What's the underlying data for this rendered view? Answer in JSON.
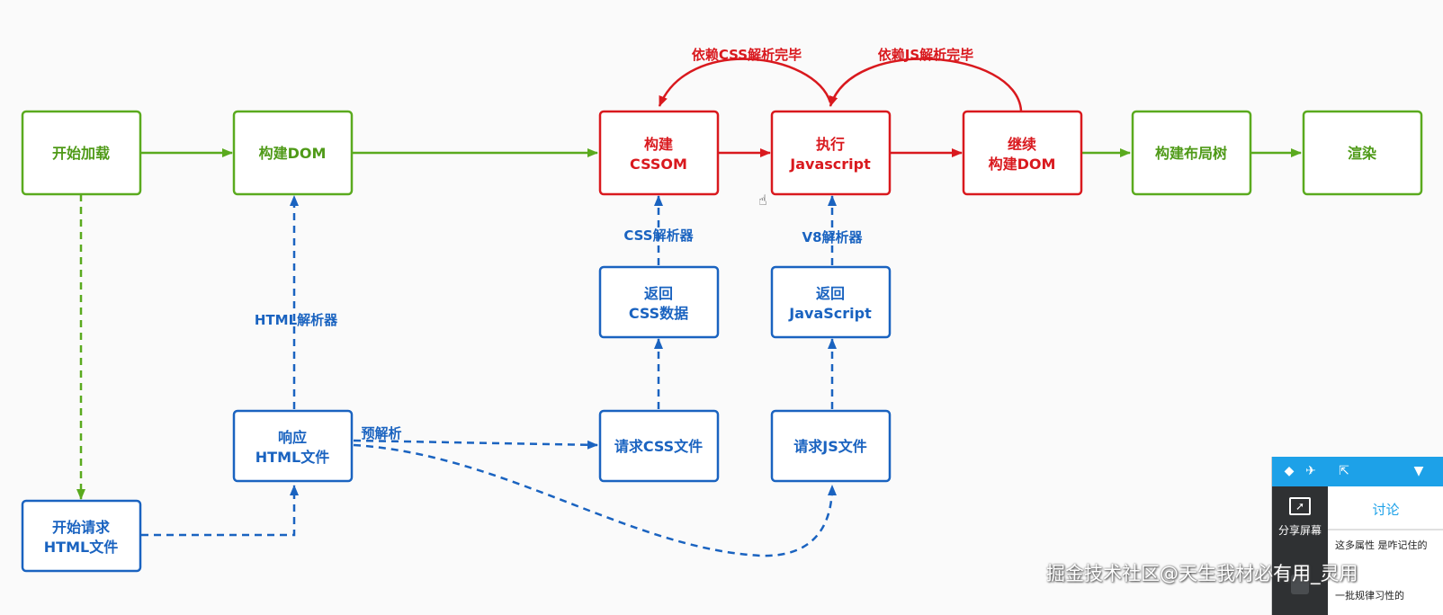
{
  "colors": {
    "green": "#5aaa1e",
    "red": "#d9191e",
    "blue": "#1a63c0",
    "panel_accent": "#1da1e8"
  },
  "nodes": {
    "start_load": "开始加载",
    "build_dom": "构建DOM",
    "build_cssom": [
      "构建",
      "CSSOM"
    ],
    "exec_js": [
      "执行",
      "Javascript"
    ],
    "continue_dom": [
      "继续",
      "构建DOM"
    ],
    "layout_tree": "构建布局树",
    "render": "渲染",
    "return_css": [
      "返回",
      "CSS数据"
    ],
    "return_js": [
      "返回",
      "JavaScript"
    ],
    "response_html": [
      "响应",
      "HTML文件"
    ],
    "request_css": "请求CSS文件",
    "request_js": "请求JS文件",
    "start_request": [
      "开始请求",
      "HTML文件"
    ]
  },
  "labels": {
    "css_parsed": "依赖CSS解析完毕",
    "js_parsed": "依赖JS解析完毕",
    "css_parser": "CSS解析器",
    "v8_parser": "V8解析器",
    "html_parser": "HTML解析器",
    "preparse": "预解析"
  },
  "panel": {
    "share_label": "分享屏幕",
    "tab": "讨论",
    "message1": "这多属性 是咋记住的",
    "message2": "一批规律习性的",
    "icons": [
      "gift-icon",
      "plane-icon",
      "share-box-icon",
      "dropdown-arrow-icon",
      "monitor-share-icon"
    ]
  },
  "watermark": "掘金技术社区@天生我材必有用_灵用"
}
